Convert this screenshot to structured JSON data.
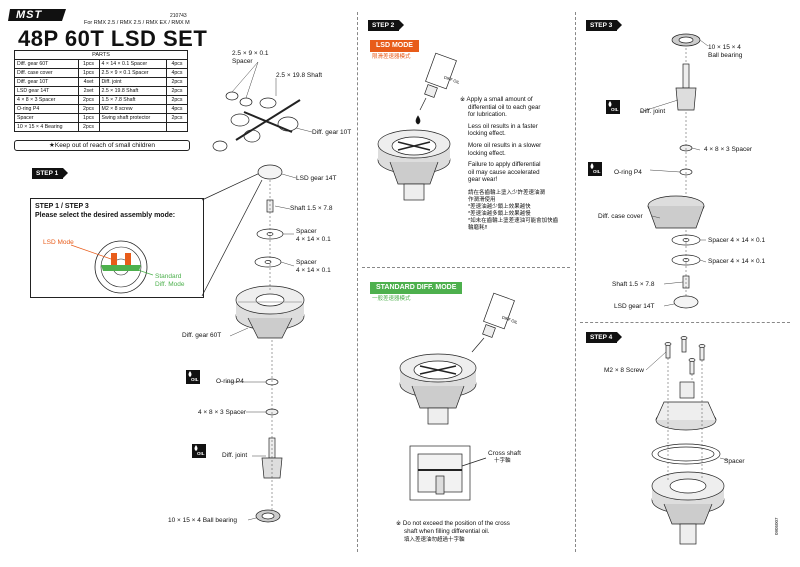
{
  "header": {
    "brand": "MST",
    "part_number": "210743",
    "models": "For RMX 2.5 / RMX 2.5 / RMX EX / RMX M",
    "title": "48P 60T LSD SET",
    "warning": "★Keep out of reach of small children"
  },
  "parts_table": {
    "heading": "PARTS",
    "rows": [
      [
        "Diff. gear 60T",
        "1pcs",
        "4 × 14 × 0.1 Spacer",
        "4pcs"
      ],
      [
        "Diff. case cover",
        "1pcs",
        "2.5 × 9 × 0.1 Spacer",
        "4pcs"
      ],
      [
        "Diff. gear 10T",
        "4set",
        "Diff. joint",
        "2pcs"
      ],
      [
        "LSD gear 14T",
        "2set",
        "2.5 × 19.8 Shaft",
        "2pcs"
      ],
      [
        "4 × 8 × 3 Spacer",
        "2pcs",
        "1.5 × 7.8 Shaft",
        "2pcs"
      ],
      [
        "O-ring P4",
        "2pcs",
        "M2 × 8 screw",
        "4pcs"
      ],
      [
        "Spacer",
        "1pcs",
        "Swing shaft protector",
        "2pcs"
      ],
      [
        "10 × 15 × 4 Bearing",
        "2pcs",
        "",
        ""
      ]
    ]
  },
  "step1": {
    "badge": "STEP 1",
    "callout_title_1": "STEP 1 / STEP 3",
    "callout_title_2": "Please select the desired assembly mode:",
    "lsd_mode_label": "LSD Mode",
    "std_mode_label_1": "Standard",
    "std_mode_label_2": "Diff. Mode",
    "labels": {
      "spacer_small": "2.5 × 9 × 0.1",
      "spacer_small_2": "Spacer",
      "shaft_long": "2.5 × 19.8 Shaft",
      "diff_gear_10t": "Diff. gear 10T",
      "lsd_gear_14t": "LSD gear 14T",
      "shaft_short": "Shaft 1.5 × 7.8",
      "spacer_a_1": "Spacer",
      "spacer_a_2": "4 × 14 × 0.1",
      "spacer_b_1": "Spacer",
      "spacer_b_2": "4 × 14 × 0.1",
      "diff_gear_60t": "Diff. gear 60T",
      "oring": "O-ring P4",
      "spacer_483": "4 × 8 × 3 Spacer",
      "diff_joint": "Diff. joint",
      "bearing": "10 × 15 × 4 Ball bearing"
    }
  },
  "step2": {
    "badge": "STEP 2",
    "lsd_badge": "LSD MODE",
    "lsd_zh": "限滑差速器模式",
    "notes": [
      "※ Apply a small amount of",
      "differential oil to each gear",
      "for lubrication.",
      "Less oil results in a faster",
      "locking effect.",
      "More oil results in a slower",
      "locking effect.",
      "Failure to apply differential",
      "oil may cause accelerated",
      "gear wear!"
    ],
    "notes_zh": [
      "請在各齒輪上塗入少許差速油潤",
      "作潤滑使用",
      "*差速油越少鎖上效果越快",
      "*差速油越多鎖上效果越慢",
      "*如未在齒輪上塗差速油可能會加快齒",
      "輪磨耗!!"
    ],
    "std_badge": "STANDARD DIFF. MODE",
    "std_zh": "一般差速器模式",
    "cross_shaft": "Cross shaft",
    "cross_shaft_zh": "十字軸",
    "caution_1": "※ Do not exceed the position of the cross",
    "caution_2": "shaft when filling differential oil.",
    "caution_zh": "填入差速油勿超過十字軸",
    "bottle_label": "DIFF OIL"
  },
  "step3": {
    "badge": "STEP 3",
    "labels": {
      "bearing_1": "10 × 15 × 4",
      "bearing_2": "Ball bearing",
      "diff_joint": "Diff. joint",
      "spacer_483": "4 × 8 × 3 Spacer",
      "oring": "O-ring P4",
      "case_cover": "Diff. case cover",
      "spacer_a": "Spacer 4 × 14 × 0.1",
      "spacer_b": "Spacer 4 × 14 × 0.1",
      "shaft_short": "Shaft 1.5 × 7.8",
      "lsd_gear": "LSD gear 14T"
    }
  },
  "step4": {
    "badge": "STEP 4",
    "labels": {
      "screw": "M2 × 8 Screw",
      "spacer": "Spacer"
    }
  },
  "oil_icon_text": "OIL",
  "footer_code": "0905007",
  "colors": {
    "lsd_orange": "#e85c1a",
    "std_green": "#4db04d",
    "badge_black": "#111111"
  }
}
